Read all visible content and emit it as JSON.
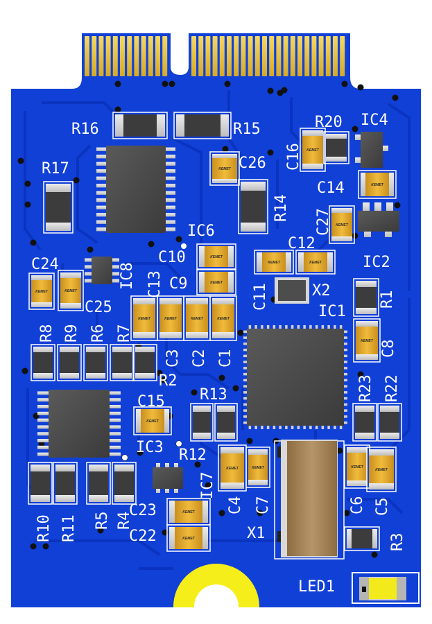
{
  "board": {
    "colors": {
      "soldermask": "#1140d6",
      "trace": "#0a33bd",
      "gold": "#e8c43a",
      "silkscreen": "#ffffff",
      "ic_body": "#4a4a4a",
      "resistor": "#3c3c3c",
      "cap_body": "#e3aa2e",
      "crystal_body": "#a98a5c",
      "led_lens": "#f2ea1a"
    },
    "connector": "M.2 edge connector",
    "manufacturer_mark": "KEMET",
    "labels": {
      "R16": "R16",
      "R15": "R15",
      "R20": "R20",
      "IC4": "IC4",
      "R17": "R17",
      "C26": "C26",
      "C16": "C16",
      "C14": "C14",
      "R14": "R14",
      "C27": "C27",
      "IC6": "IC6",
      "IC2": "IC2",
      "C24": "C24",
      "IC8": "IC8",
      "C10": "C10",
      "C12": "C12",
      "C13": "C13",
      "C9": "C9",
      "C11": "C11",
      "X2": "X2",
      "R1": "R1",
      "C25": "C25",
      "IC1": "IC1",
      "R8": "R8",
      "R9": "R9",
      "R6": "R6",
      "R7": "R7",
      "C3": "C3",
      "C2": "C2",
      "C1": "C1",
      "C8": "C8",
      "R2": "R2",
      "R13": "R13",
      "R23": "R23",
      "R22": "R22",
      "C15": "C15",
      "IC3": "IC3",
      "R12": "R12",
      "IC7": "IC7",
      "C4": "C4",
      "C7": "C7",
      "C6": "C6",
      "C5": "C5",
      "R10": "R10",
      "R11": "R11",
      "R5": "R5",
      "R4": "R4",
      "C23": "C23",
      "C22": "C22",
      "X1": "X1",
      "R3": "R3",
      "LED1": "LED1"
    }
  }
}
